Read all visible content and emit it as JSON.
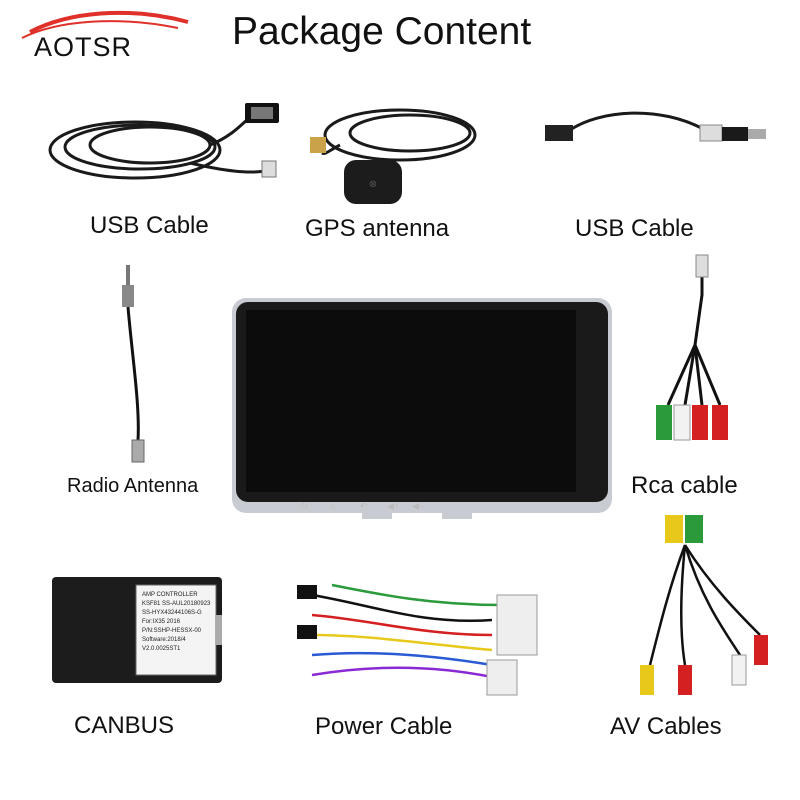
{
  "brand": {
    "name": "AOTSR"
  },
  "header": {
    "title": "Package Content"
  },
  "items": [
    {
      "label": "USB Cable"
    },
    {
      "label": "GPS antenna"
    },
    {
      "label": "USB Cable"
    },
    {
      "label": "Radio Antenna"
    },
    {
      "label": "Rca cable"
    },
    {
      "label": "CANBUS"
    },
    {
      "label": "Power Cable"
    },
    {
      "label": "AV Cables"
    }
  ],
  "canbus_box": {
    "lines": [
      "AMP CONTROLLER",
      "KSF81 SS-AUL20180923",
      "SS-HYX43244106S-G",
      "For:IX35 2016",
      "P/N:SSHP-HESSX-00",
      "Software:2018/4 V2.0.0025ST1"
    ]
  },
  "colors": {
    "logo_red": "#e0302a",
    "screen": "#0c0c0c",
    "bezel": "#c8ccd2",
    "rca_red": "#d42020",
    "rca_green": "#2a9a3a",
    "rca_white": "#f2f2f2",
    "rca_yellow": "#e8c81a"
  },
  "icons": [
    "car-swoosh-icon",
    "power-icon",
    "home-icon",
    "back-icon",
    "volume-up-icon",
    "volume-down-icon"
  ]
}
